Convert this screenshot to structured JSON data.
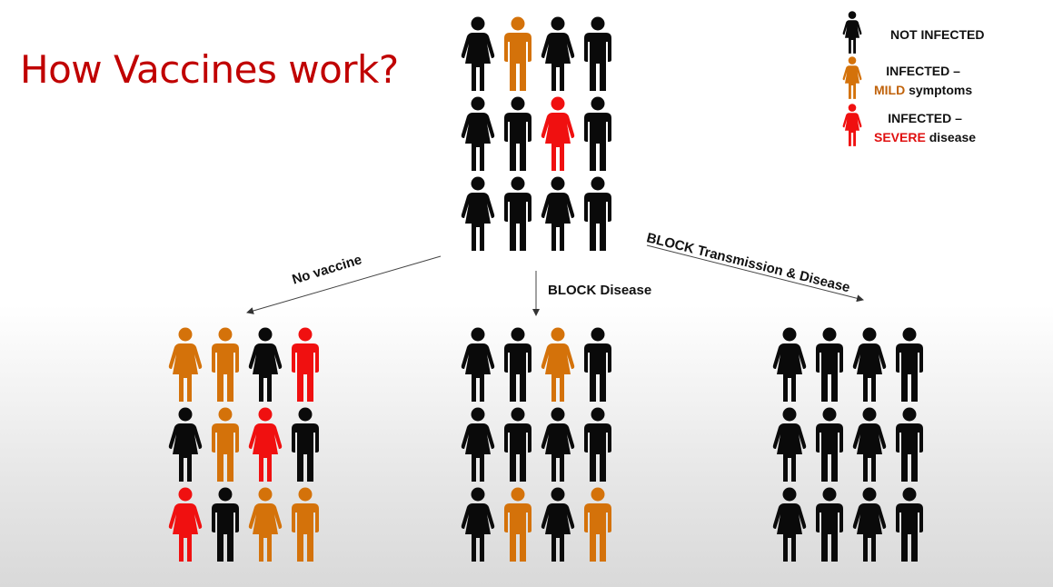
{
  "title": "How Vaccines work?",
  "colors": {
    "n": "#0a0a0a",
    "m": "#d4720a",
    "s": "#f01010"
  },
  "legend": [
    {
      "color": "n",
      "line1": "NOT INFECTED"
    },
    {
      "color": "m",
      "line1": "INFECTED –",
      "highlight": "MILD",
      "rest": " symptoms"
    },
    {
      "color": "s",
      "line1": "INFECTED –",
      "highlight": "SEVERE",
      "rest": " disease"
    }
  ],
  "arrows": {
    "no_vaccine": "No vaccine",
    "block_disease": "BLOCK Disease",
    "block_transmission": "BLOCK Transmission & Disease"
  },
  "groups": {
    "initial": {
      "genders": [
        "f",
        "m",
        "f",
        "m"
      ],
      "rows": [
        [
          "n",
          "m",
          "n",
          "n"
        ],
        [
          "n",
          "n",
          "s",
          "n"
        ],
        [
          "n",
          "n",
          "n",
          "n"
        ]
      ]
    },
    "no_vaccine": {
      "genders": [
        "f",
        "m",
        "f",
        "m"
      ],
      "rows": [
        [
          "m",
          "m",
          "n",
          "s"
        ],
        [
          "n",
          "m",
          "s",
          "n"
        ],
        [
          "s",
          "n",
          "m",
          "m"
        ]
      ]
    },
    "block_disease": {
      "genders": [
        "f",
        "m",
        "f",
        "m"
      ],
      "rows": [
        [
          "n",
          "n",
          "m",
          "n"
        ],
        [
          "n",
          "n",
          "n",
          "n"
        ],
        [
          "n",
          "m",
          "n",
          "m"
        ]
      ]
    },
    "block_transmission": {
      "genders": [
        "f",
        "m",
        "f",
        "m"
      ],
      "rows": [
        [
          "n",
          "n",
          "n",
          "n"
        ],
        [
          "n",
          "n",
          "n",
          "n"
        ],
        [
          "n",
          "n",
          "n",
          "n"
        ]
      ]
    }
  }
}
